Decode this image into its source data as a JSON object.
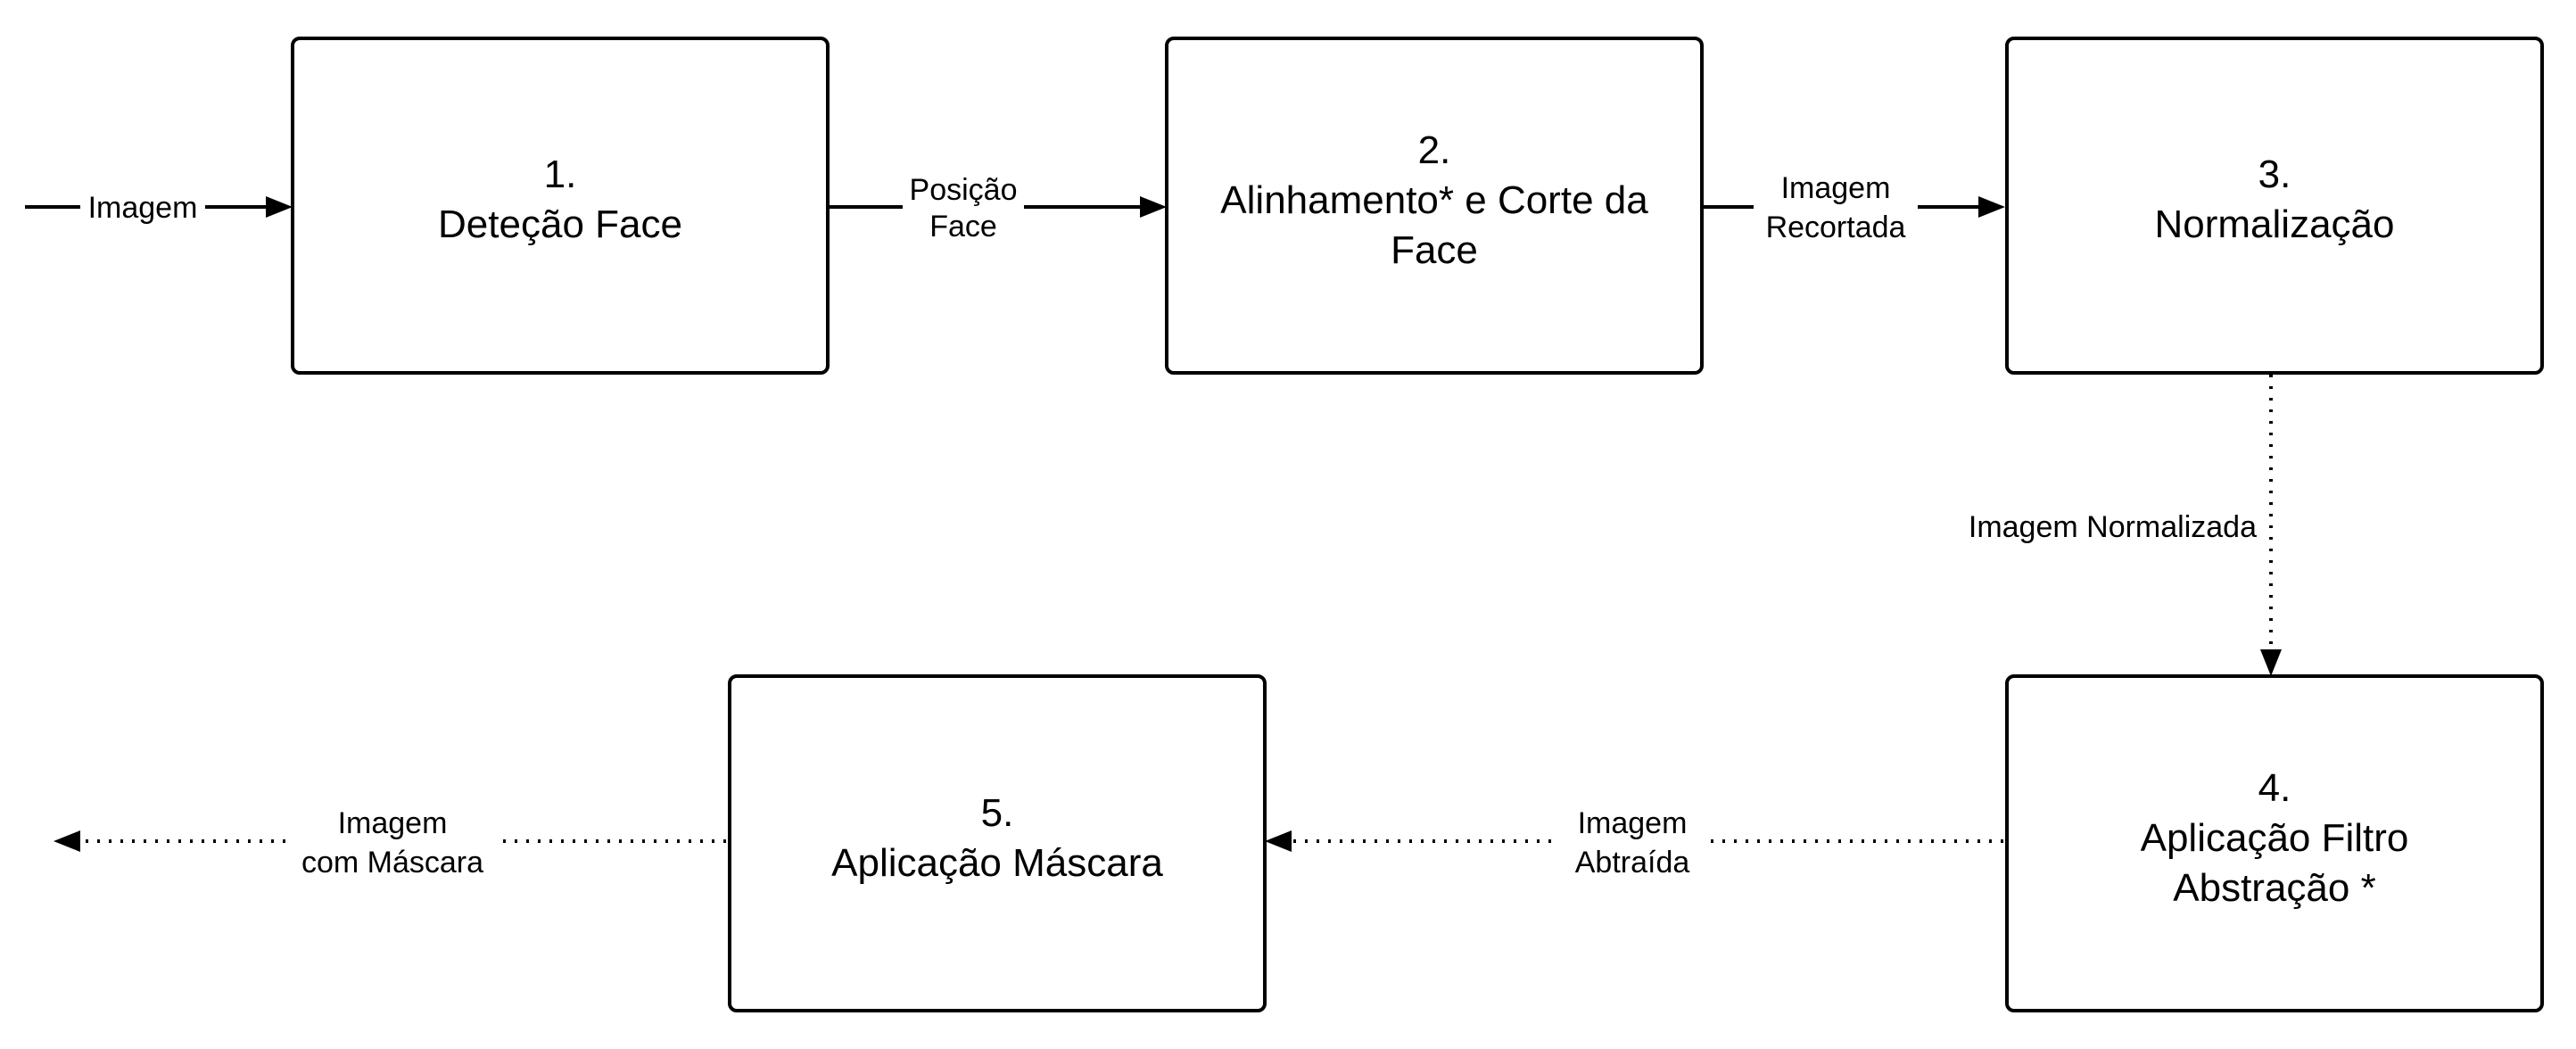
{
  "diagram": {
    "boxes": {
      "b1": {
        "line1": "1.",
        "line2": "Deteção Face"
      },
      "b2": {
        "line1": "2.",
        "line2": "Alinhamento* e Corte da",
        "line3": "Face"
      },
      "b3": {
        "line1": "3.",
        "line2": "Normalização"
      },
      "b4": {
        "line1": "4.",
        "line2": "Aplicação Filtro",
        "line3": "Abstração *"
      },
      "b5": {
        "line1": "5.",
        "line2": "Aplicação Máscara"
      }
    },
    "edges": {
      "input": {
        "label": "Imagem",
        "style": "solid"
      },
      "e1_2": {
        "line1": "Posição",
        "line2": "Face",
        "style": "solid"
      },
      "e2_3": {
        "line1": "Imagem",
        "line2": "Recortada",
        "style": "solid"
      },
      "e3_4": {
        "label": "Imagem Normalizada",
        "style": "dotted"
      },
      "e4_5": {
        "line1": "Imagem",
        "line2": "Abtraída",
        "style": "dotted"
      },
      "output": {
        "line1": "Imagem",
        "line2": "com Máscara",
        "style": "dotted"
      }
    }
  }
}
